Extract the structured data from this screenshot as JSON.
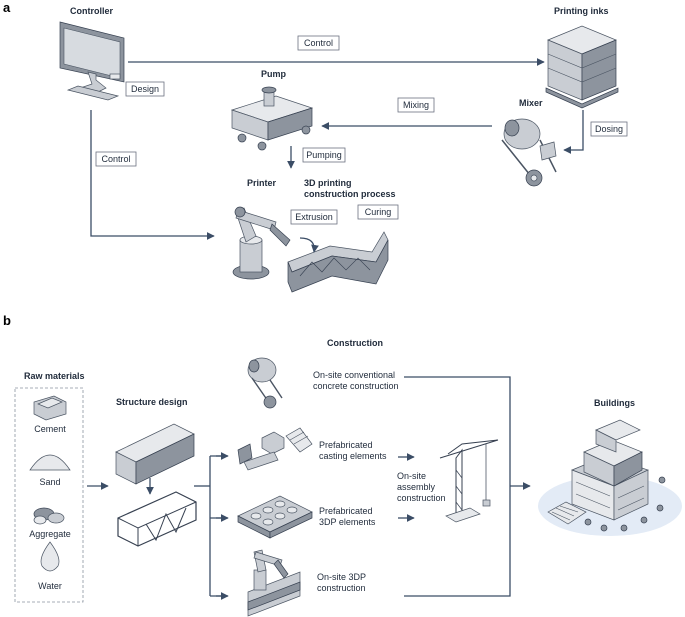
{
  "panel_a": {
    "label": "a",
    "controller": "Controller",
    "printing_inks": "Printing inks",
    "pump": "Pump",
    "mixer": "Mixer",
    "printer": "Printer",
    "process_line1": "3D printing",
    "process_line2": "construction process",
    "tags": {
      "control_top": "Control",
      "design": "Design",
      "mixing": "Mixing",
      "dosing": "Dosing",
      "control_left": "Control",
      "pumping": "Pumping",
      "extrusion": "Extrusion",
      "curing": "Curing"
    }
  },
  "panel_b": {
    "label": "b",
    "raw_materials": "Raw materials",
    "materials": [
      "Cement",
      "Sand",
      "Aggregate",
      "Water"
    ],
    "structure_design": "Structure design",
    "construction": "Construction",
    "routes": {
      "onsite_conv_1": "On-site conventional",
      "onsite_conv_2": "concrete construction",
      "prefab_cast_1": "Prefabricated",
      "prefab_cast_2": "casting elements",
      "prefab_3dp_1": "Prefabricated",
      "prefab_3dp_2": "3DP elements",
      "assembly_1": "On-site",
      "assembly_2": "assembly",
      "assembly_3": "construction",
      "onsite_3dp_1": "On-site 3DP",
      "onsite_3dp_2": "construction"
    },
    "buildings": "Buildings"
  },
  "colors": {
    "line": "#3b4d66",
    "icon_fill": "#c9cdd3",
    "icon_dark": "#8d949e"
  }
}
